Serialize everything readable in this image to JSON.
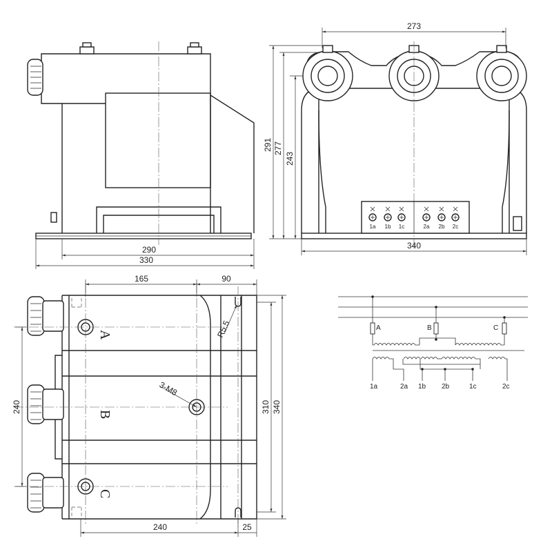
{
  "side_view": {
    "dims": {
      "base_inner": "290",
      "base_outer": "330"
    }
  },
  "front_view": {
    "dims": {
      "top_width": "273",
      "base_width": "340",
      "h1": "291",
      "h2": "277",
      "h3": "243"
    },
    "terminals": [
      "1a",
      "1b",
      "1c",
      "2a",
      "2b",
      "2c"
    ]
  },
  "top_view": {
    "dims": {
      "d165": "165",
      "d90": "90",
      "d240_left": "240",
      "d310": "310",
      "d340": "340",
      "d240_bottom": "240",
      "d25": "25"
    },
    "radius": "R5.5",
    "bolt": "3-M8",
    "phases": [
      "A",
      "B",
      "C"
    ]
  },
  "schematic": {
    "phases": [
      "A",
      "B",
      "C"
    ],
    "secondary": [
      "1a",
      "2a",
      "1b",
      "2b",
      "1c",
      "2c"
    ]
  }
}
